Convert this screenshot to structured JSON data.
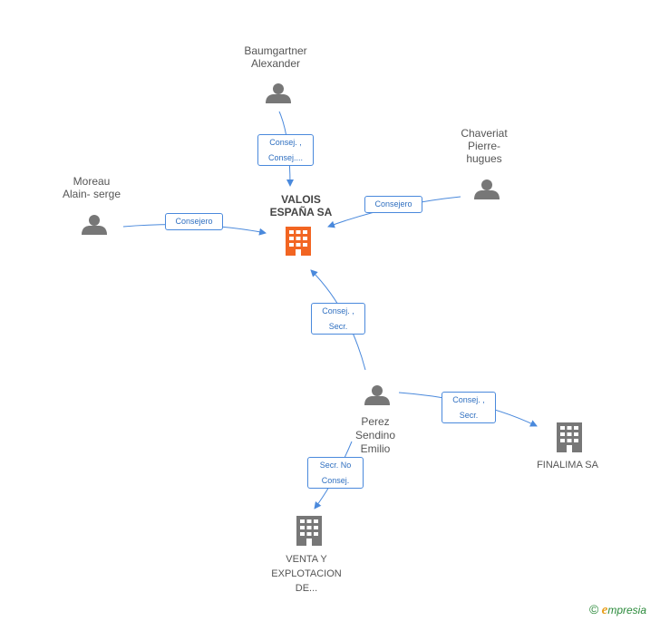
{
  "nodes": {
    "valois": {
      "name_lines": [
        "VALOIS",
        "ESPAÑA SA"
      ],
      "icon": "building-icon",
      "color": "#f26522"
    },
    "baumgartner": {
      "name_lines": [
        "Baumgartner",
        "Alexander"
      ],
      "icon": "person-icon"
    },
    "chaveriat": {
      "name_lines": [
        "Chaveriat",
        "Pierre-",
        "hugues"
      ],
      "icon": "person-icon"
    },
    "moreau": {
      "name_lines": [
        "Moreau",
        "Alain- serge"
      ],
      "icon": "person-icon"
    },
    "perez": {
      "name_lines": [
        "Perez",
        "Sendino",
        "Emilio"
      ],
      "icon": "person-icon"
    },
    "finalima": {
      "name_lines": [
        "FINALIMA SA"
      ],
      "icon": "building-icon",
      "color": "#777777"
    },
    "venta": {
      "name_lines": [
        "VENTA Y",
        "EXPLOTACION",
        "DE..."
      ],
      "icon": "building-icon",
      "color": "#777777"
    }
  },
  "edges": {
    "baumgartner_valois": {
      "lines": [
        "Consej. ,",
        "Consej...."
      ]
    },
    "chaveriat_valois": {
      "lines": [
        "Consejero"
      ]
    },
    "moreau_valois": {
      "lines": [
        "Consejero"
      ]
    },
    "perez_valois": {
      "lines": [
        "Consej. ,",
        "Secr."
      ]
    },
    "perez_finalima": {
      "lines": [
        "Consej. ,",
        "Secr."
      ]
    },
    "perez_venta": {
      "lines": [
        "Secr.  No",
        "Consej."
      ]
    }
  },
  "footer": {
    "copyright": "©",
    "brand_initial": "e",
    "brand_rest": "mpresia"
  },
  "colors": {
    "edge": "#4a89dc",
    "person": "#777777",
    "main_company": "#f26522",
    "company": "#777777"
  }
}
